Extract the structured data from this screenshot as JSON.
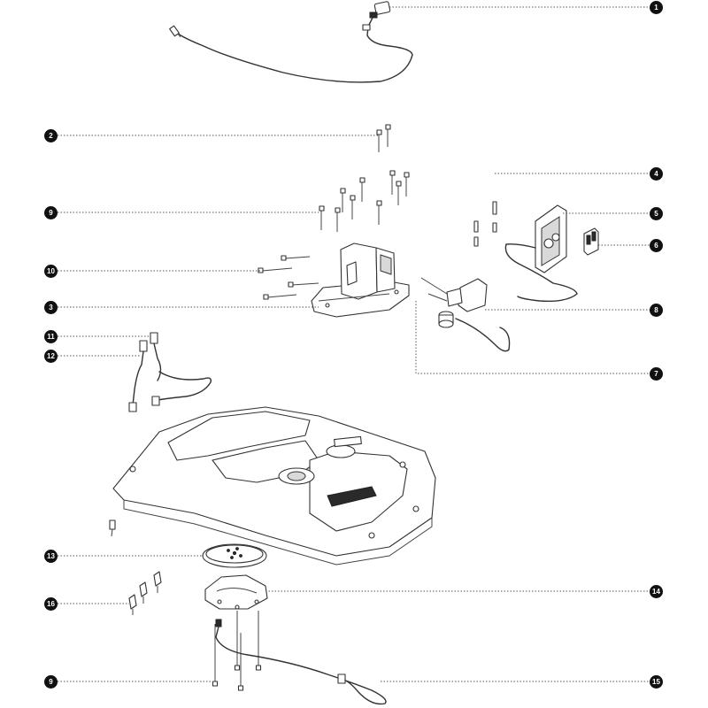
{
  "callouts": [
    {
      "id": "c1",
      "label": "1"
    },
    {
      "id": "c2",
      "label": "2"
    },
    {
      "id": "c9a",
      "label": "9"
    },
    {
      "id": "c10",
      "label": "10"
    },
    {
      "id": "c3",
      "label": "3"
    },
    {
      "id": "c11",
      "label": "11"
    },
    {
      "id": "c12",
      "label": "12"
    },
    {
      "id": "c4",
      "label": "4"
    },
    {
      "id": "c5",
      "label": "5"
    },
    {
      "id": "c6",
      "label": "6"
    },
    {
      "id": "c8",
      "label": "8"
    },
    {
      "id": "c7",
      "label": "7"
    },
    {
      "id": "c13",
      "label": "13"
    },
    {
      "id": "c14",
      "label": "14"
    },
    {
      "id": "c16",
      "label": "16"
    },
    {
      "id": "c9b",
      "label": "9"
    },
    {
      "id": "c15",
      "label": "15"
    }
  ],
  "colors": {
    "badge": "#111111",
    "line": "#333333",
    "background": "#ffffff"
  }
}
